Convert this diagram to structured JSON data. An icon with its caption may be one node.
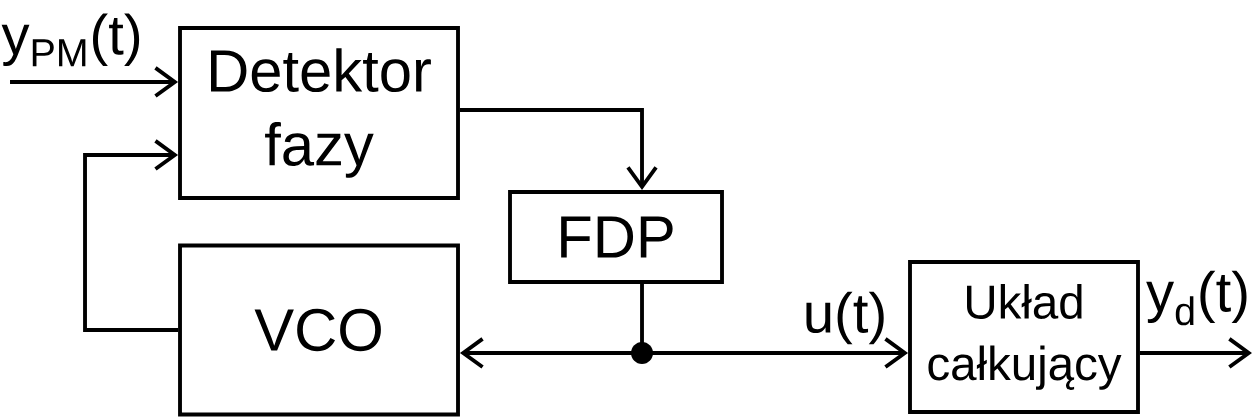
{
  "diagram": {
    "nodes": [
      {
        "text": [
          "Detektor fazy"
        ]
      },
      {
        "text": [
          "FDP"
        ]
      },
      {
        "text": [
          "VCO"
        ]
      },
      {
        "text": [
          "Układ całkujący"
        ]
      },
      {
        "text": [],
        "shape": "circle"
      }
    ],
    "edges": [
      {
        "from": null,
        "to": 0,
        "arrow": "to",
        "label": "y$_{PM}$(t)"
      },
      {
        "from": 2,
        "to": 0,
        "arrow": "to"
      },
      {
        "from": 0,
        "to": 1,
        "arrow": "to"
      },
      {
        "from": 1,
        "to": 4,
        "arrow": "none"
      },
      {
        "from": 4,
        "to": 2,
        "arrow": "to"
      },
      {
        "from": 4,
        "to": 3,
        "arrow": "to",
        "label": "u(t)"
      },
      {
        "from": 3,
        "to": null,
        "arrow": "to",
        "label": "y$_{d}$(t)"
      }
    ]
  }
}
